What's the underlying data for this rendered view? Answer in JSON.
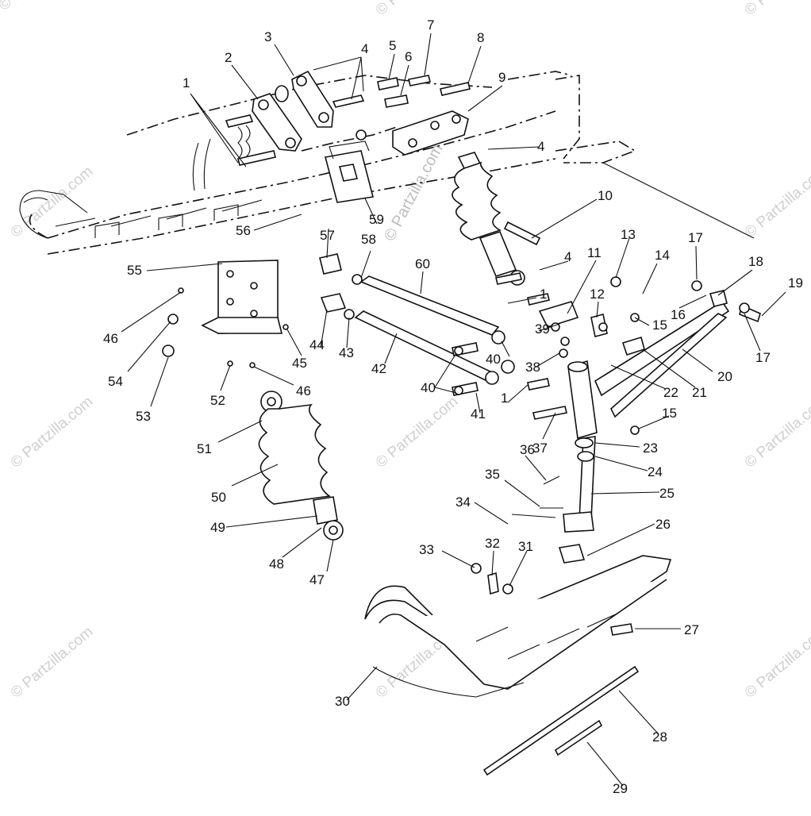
{
  "watermark": "© Partzilla.com",
  "callouts": [
    {
      "label": "1"
    },
    {
      "label": "2"
    },
    {
      "label": "3"
    },
    {
      "label": "4"
    },
    {
      "label": "5"
    },
    {
      "label": "6"
    },
    {
      "label": "7"
    },
    {
      "label": "8"
    },
    {
      "label": "9"
    },
    {
      "label": "4"
    },
    {
      "label": "10"
    },
    {
      "label": "4"
    },
    {
      "label": "11"
    },
    {
      "label": "1"
    },
    {
      "label": "12"
    },
    {
      "label": "13"
    },
    {
      "label": "14"
    },
    {
      "label": "17"
    },
    {
      "label": "18"
    },
    {
      "label": "19"
    },
    {
      "label": "16"
    },
    {
      "label": "15"
    },
    {
      "label": "17"
    },
    {
      "label": "20"
    },
    {
      "label": "21"
    },
    {
      "label": "22"
    },
    {
      "label": "39"
    },
    {
      "label": "40"
    },
    {
      "label": "38"
    },
    {
      "label": "1"
    },
    {
      "label": "15"
    },
    {
      "label": "23"
    },
    {
      "label": "37"
    },
    {
      "label": "24"
    },
    {
      "label": "36"
    },
    {
      "label": "25"
    },
    {
      "label": "35"
    },
    {
      "label": "34"
    },
    {
      "label": "26"
    },
    {
      "label": "33"
    },
    {
      "label": "32"
    },
    {
      "label": "31"
    },
    {
      "label": "27"
    },
    {
      "label": "30"
    },
    {
      "label": "28"
    },
    {
      "label": "29"
    },
    {
      "label": "60"
    },
    {
      "label": "42"
    },
    {
      "label": "43"
    },
    {
      "label": "44"
    },
    {
      "label": "40"
    },
    {
      "label": "41"
    },
    {
      "label": "57"
    },
    {
      "label": "58"
    },
    {
      "label": "59"
    },
    {
      "label": "56"
    },
    {
      "label": "55"
    },
    {
      "label": "46"
    },
    {
      "label": "54"
    },
    {
      "label": "53"
    },
    {
      "label": "52"
    },
    {
      "label": "45"
    },
    {
      "label": "46"
    },
    {
      "label": "51"
    },
    {
      "label": "50"
    },
    {
      "label": "49"
    },
    {
      "label": "48"
    },
    {
      "label": "47"
    }
  ]
}
